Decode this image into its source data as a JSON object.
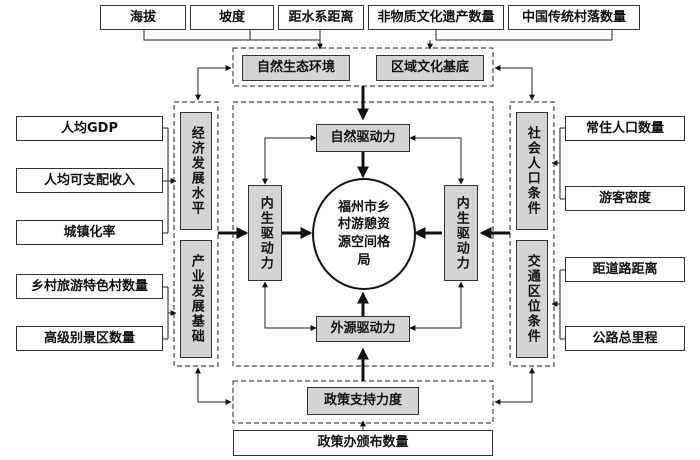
{
  "top_indicators": [
    "海拔",
    "坡度",
    "距水系距离",
    "非物质文化遗产数量",
    "中国传统村落数量"
  ],
  "top_factors": [
    "自然生态环境",
    "区域文化基底"
  ],
  "left_indicators": [
    "人均GDP",
    "人均可支配收入",
    "城镇化率",
    "乡村旅游特色村数量",
    "高级别景区数量"
  ],
  "left_factors": [
    "经济发展水平",
    "产业发展基础"
  ],
  "right_indicators": [
    "常住人口数量",
    "游客密度",
    "距道路距离",
    "公路总里程"
  ],
  "right_factors": [
    "社会人口条件",
    "交通区位条件"
  ],
  "center": {
    "natural_driver": "自然驱动力",
    "external_driver": "外源驱动力",
    "left_internal": "内生驱动力",
    "right_internal": "内生驱动力",
    "core": "福州市乡村游憩资源空间格局"
  },
  "bottom_factor": "政策支持力度",
  "bottom_indicator": "政策办颁布数量"
}
